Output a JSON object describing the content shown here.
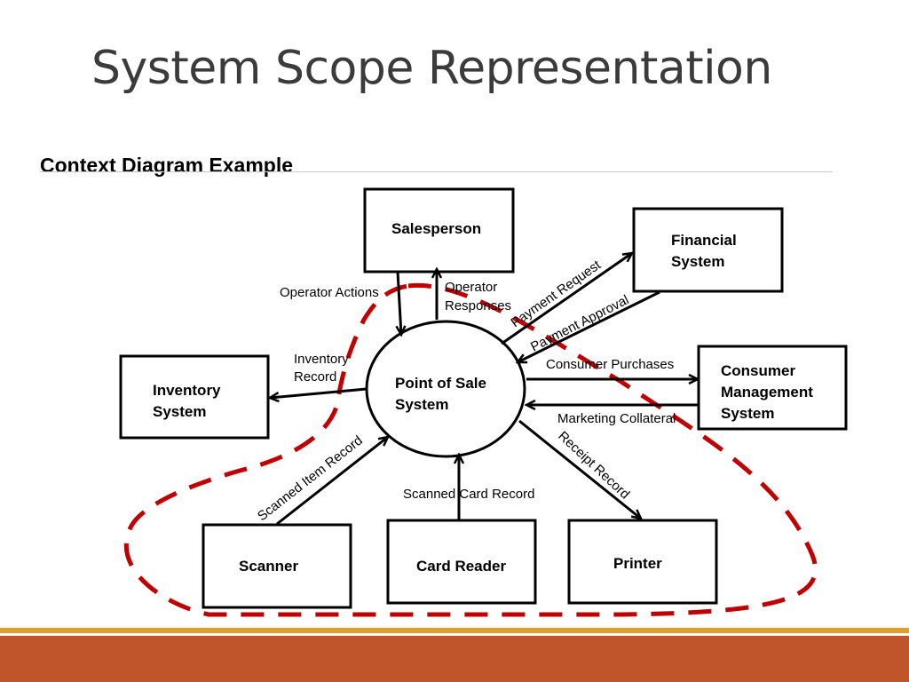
{
  "slide": {
    "title": "System Scope Representation",
    "subtitle": "Context Diagram Example"
  },
  "colors": {
    "scope_boundary": "#c00000",
    "footer_thin": "#e0a030",
    "footer_band": "#c0552c",
    "rule": "#c8c8c8"
  },
  "diagram": {
    "center_process": {
      "line1": "Point of Sale",
      "line2": "System"
    },
    "entities": {
      "salesperson": {
        "lines": [
          "Salesperson"
        ]
      },
      "financial": {
        "lines": [
          "Financial",
          "System"
        ]
      },
      "consumer": {
        "lines": [
          "Consumer",
          "Management",
          "System"
        ]
      },
      "inventory": {
        "lines": [
          "Inventory",
          "System"
        ]
      },
      "scanner": {
        "lines": [
          "Scanner"
        ]
      },
      "card_reader": {
        "lines": [
          "Card Reader"
        ]
      },
      "printer": {
        "lines": [
          "Printer"
        ]
      }
    },
    "flows": {
      "operator_actions": {
        "lines": [
          "Operator Actions"
        ]
      },
      "operator_responses": {
        "lines": [
          "Operator",
          "Responses"
        ]
      },
      "payment_request": {
        "lines": [
          "Payment Request"
        ]
      },
      "payment_approval": {
        "lines": [
          "Payment Approval"
        ]
      },
      "consumer_purchases": {
        "lines": [
          "Consumer Purchases"
        ]
      },
      "marketing_collateral": {
        "lines": [
          "Marketing Collateral"
        ]
      },
      "inventory_record": {
        "lines": [
          "Inventory",
          "Record"
        ]
      },
      "scanned_item_record": {
        "lines": [
          "Scanned Item Record"
        ]
      },
      "scanned_card_record": {
        "lines": [
          "Scanned Card Record"
        ]
      },
      "receipt_record": {
        "lines": [
          "Receipt Record"
        ]
      }
    }
  }
}
